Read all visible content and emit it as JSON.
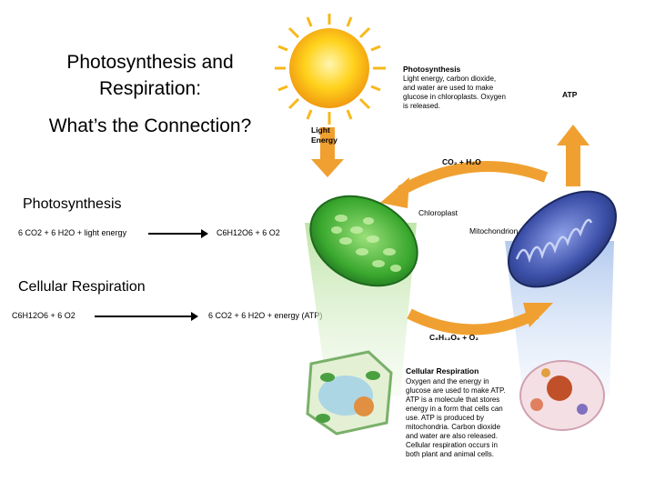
{
  "slide": {
    "title": "Photosynthesis and Respiration:",
    "subtitle": "What’s the Connection?"
  },
  "photosynthesis": {
    "heading": "Photosynthesis",
    "reactants": "6 CO2 + 6 H2O + light energy",
    "products": "C6H12O6 + 6 O2"
  },
  "respiration": {
    "heading": "Cellular Respiration",
    "reactants": "C6H12O6 + 6 O2",
    "products": "6 CO2 + 6 H2O + energy (ATP)"
  },
  "diagram": {
    "photosynthesis_box": {
      "title": "Photosynthesis",
      "lines": [
        "Light energy, carbon dioxide,",
        "and water are used to make",
        "glucose in chloroplasts. Oxygen",
        "is released."
      ]
    },
    "respiration_box": {
      "title": "Cellular Respiration",
      "lines": [
        "Oxygen and the energy in",
        "glucose are used to make ATP.",
        "ATP is a molecule that stores",
        "energy in a form that cells can",
        "use. ATP is produced by",
        "mitochondria. Carbon dioxide",
        "and water are also released.",
        "Cellular respiration occurs in",
        "both plant and animal cells."
      ]
    },
    "light_energy": [
      "Light",
      "Energy"
    ],
    "atp": "ATP",
    "co2_h2o": "CO₂ + H₂O",
    "glucose_o2": "C₆H₁₂O₆ + O₂",
    "chloroplast": "Chloroplast",
    "mitochondrion": "Mitochondrion",
    "colors": {
      "sun": "#f7c21a",
      "arrow": "#f0a030",
      "chloroplast": "#3aa82e",
      "mitochondrion": "#3c4fa8",
      "info_title": "#2f6fb0"
    }
  }
}
